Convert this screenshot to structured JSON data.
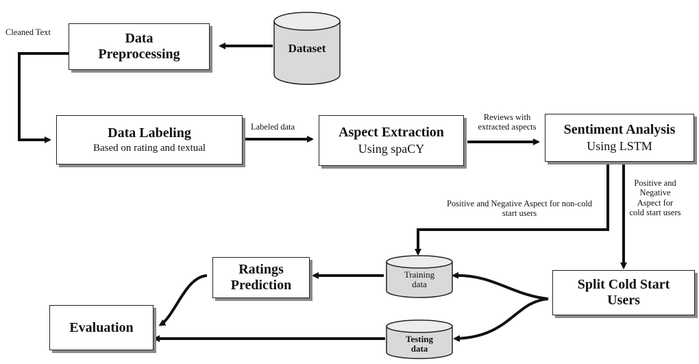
{
  "nodes": {
    "preprocessing": {
      "title": "Data Preprocessing"
    },
    "dataset": {
      "title": "Dataset"
    },
    "labeling": {
      "title": "Data Labeling",
      "sub": "Based on rating and textual"
    },
    "aspect": {
      "title": "Aspect Extraction",
      "sub": "Using spaCY"
    },
    "sentiment": {
      "title": "Sentiment Analysis",
      "sub": "Using LSTM"
    },
    "split": {
      "title": "Split Cold Start Users"
    },
    "training": {
      "title": "Training data"
    },
    "testing": {
      "title": "Testing data"
    },
    "ratings": {
      "title": "Ratings Prediction"
    },
    "evaluation": {
      "title": "Evaluation"
    }
  },
  "edges": {
    "cleaned": "Cleaned Text",
    "labeled": "Labeled data",
    "reviews": "Reviews with extracted aspects",
    "noncold": "Positive and Negative Aspect for non-cold start users",
    "cold": "Positive and Negative Aspect for cold start users"
  }
}
